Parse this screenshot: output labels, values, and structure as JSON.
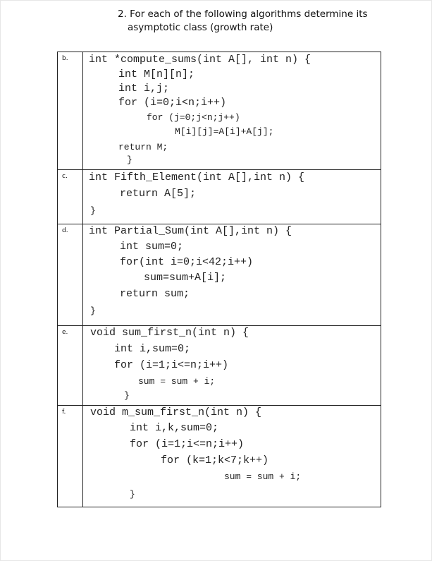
{
  "question": {
    "line1": "2. For each of the following algorithms determine its",
    "line2": "asymptotic class (growth rate)"
  },
  "items": [
    {
      "label": "b.",
      "lines": [
        "int *compute_sums(int A[], int n) {",
        "int M[n][n];",
        "int i,j;",
        "for (i=0;i<n;i++)",
        "for (j=0;j<n;j++)",
        "M[i][j]=A[i]+A[j];",
        "return M;",
        "}"
      ]
    },
    {
      "label": "c.",
      "lines": [
        "int Fifth_Element(int A[],int n) {",
        "return A[5];",
        "}"
      ]
    },
    {
      "label": "d.",
      "lines": [
        "int Partial_Sum(int A[],int n) {",
        "int sum=0;",
        "for(int i=0;i<42;i++)",
        "sum=sum+A[i];",
        "return sum;",
        "}"
      ]
    },
    {
      "label": "e.",
      "lines": [
        "void sum_first_n(int n) {",
        "int i,sum=0;",
        "for (i=1;i<=n;i++)",
        "sum = sum + i;",
        "}"
      ]
    },
    {
      "label": "f.",
      "lines": [
        "void m_sum_first_n(int n) {",
        "int i,k,sum=0;",
        "for (i=1;i<=n;i++)",
        "for (k=1;k<7;k++)",
        "sum = sum + i;",
        "}"
      ]
    }
  ]
}
